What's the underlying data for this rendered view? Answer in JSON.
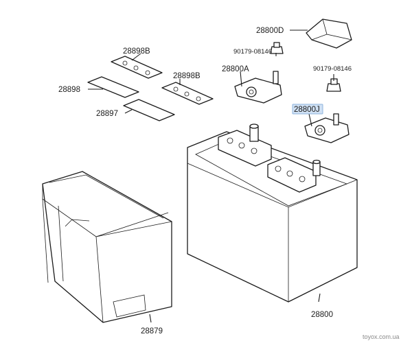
{
  "labels": {
    "cover_d": "28800D",
    "bolt_left": "90179-08146",
    "bolt_right": "90179-08146",
    "plate_top": "28898B",
    "plate_mid": "28898B",
    "clamp_a": "28800A",
    "sheet_upper": "28898",
    "sheet_lower": "28897",
    "clamp_j": "28800J",
    "tray": "28879",
    "battery": "28800"
  },
  "highlight": {
    "part": "28800J",
    "color": "#cfe0f3"
  },
  "watermark": "toyox.com.ua"
}
